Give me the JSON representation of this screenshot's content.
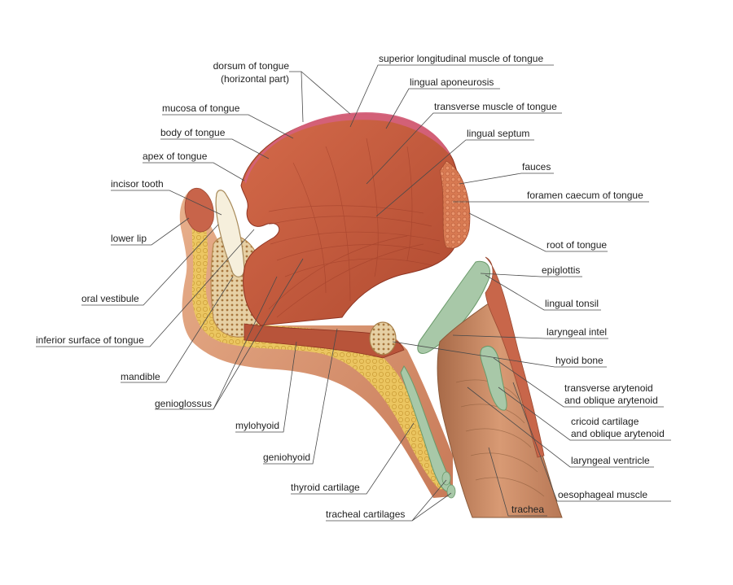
{
  "labels": {
    "left": [
      {
        "id": "dorsum",
        "lines": [
          "dorsum of tongue",
          "(horizontal part)"
        ]
      },
      {
        "id": "mucosa",
        "lines": [
          "mucosa of tongue"
        ]
      },
      {
        "id": "body",
        "lines": [
          "body of tongue"
        ]
      },
      {
        "id": "apex",
        "lines": [
          "apex of tongue"
        ]
      },
      {
        "id": "incisor",
        "lines": [
          "incisor tooth"
        ]
      },
      {
        "id": "lower_lip",
        "lines": [
          "lower lip"
        ]
      },
      {
        "id": "oral_vestibule",
        "lines": [
          "oral vestibule"
        ]
      },
      {
        "id": "inferior_surface",
        "lines": [
          "inferior surface of tongue"
        ]
      },
      {
        "id": "mandible",
        "lines": [
          "mandible"
        ]
      },
      {
        "id": "genioglossus",
        "lines": [
          "genioglossus"
        ]
      },
      {
        "id": "mylohyoid",
        "lines": [
          "mylohyoid"
        ]
      },
      {
        "id": "geniohyoid",
        "lines": [
          "geniohyoid"
        ]
      },
      {
        "id": "thyroid_cartilage",
        "lines": [
          "thyroid cartilage"
        ]
      },
      {
        "id": "tracheal_cartilages",
        "lines": [
          "tracheal cartilages"
        ]
      }
    ],
    "right": [
      {
        "id": "superior_longitudinal",
        "lines": [
          "superior longitudinal muscle of tongue"
        ]
      },
      {
        "id": "lingual_aponeurosis",
        "lines": [
          "lingual aponeurosis"
        ]
      },
      {
        "id": "transverse_muscle",
        "lines": [
          "transverse muscle of tongue"
        ]
      },
      {
        "id": "lingual_septum",
        "lines": [
          "lingual septum"
        ]
      },
      {
        "id": "fauces",
        "lines": [
          "fauces"
        ]
      },
      {
        "id": "foramen_caecum",
        "lines": [
          "foramen caecum of tongue"
        ]
      },
      {
        "id": "root",
        "lines": [
          "root of tongue"
        ]
      },
      {
        "id": "epiglottis",
        "lines": [
          "epiglottis"
        ]
      },
      {
        "id": "lingual_tonsil",
        "lines": [
          "lingual tonsil"
        ]
      },
      {
        "id": "laryngeal_intel",
        "lines": [
          "laryngeal intel"
        ]
      },
      {
        "id": "hyoid_bone",
        "lines": [
          "hyoid bone"
        ]
      },
      {
        "id": "transverse_arytenoid",
        "lines": [
          "transverse arytenoid",
          "and oblique arytenoid"
        ]
      },
      {
        "id": "cricoid",
        "lines": [
          "cricoid cartilage",
          "and oblique arytenoid"
        ]
      },
      {
        "id": "laryngeal_ventricle",
        "lines": [
          "laryngeal ventricle"
        ]
      },
      {
        "id": "oesophageal_muscle",
        "lines": [
          "oesophageal muscle"
        ]
      },
      {
        "id": "trachea",
        "lines": [
          "trachea"
        ]
      }
    ]
  },
  "colors": {
    "muscle": "#c85a3e",
    "muscle_dark": "#9e3a26",
    "mucosa": "#d4607a",
    "skin": "#e0a07a",
    "fat": "#e8c45a",
    "bone": "#e8d6b0",
    "cartilage": "#a8c8a8",
    "leader": "#4a4a4a"
  }
}
